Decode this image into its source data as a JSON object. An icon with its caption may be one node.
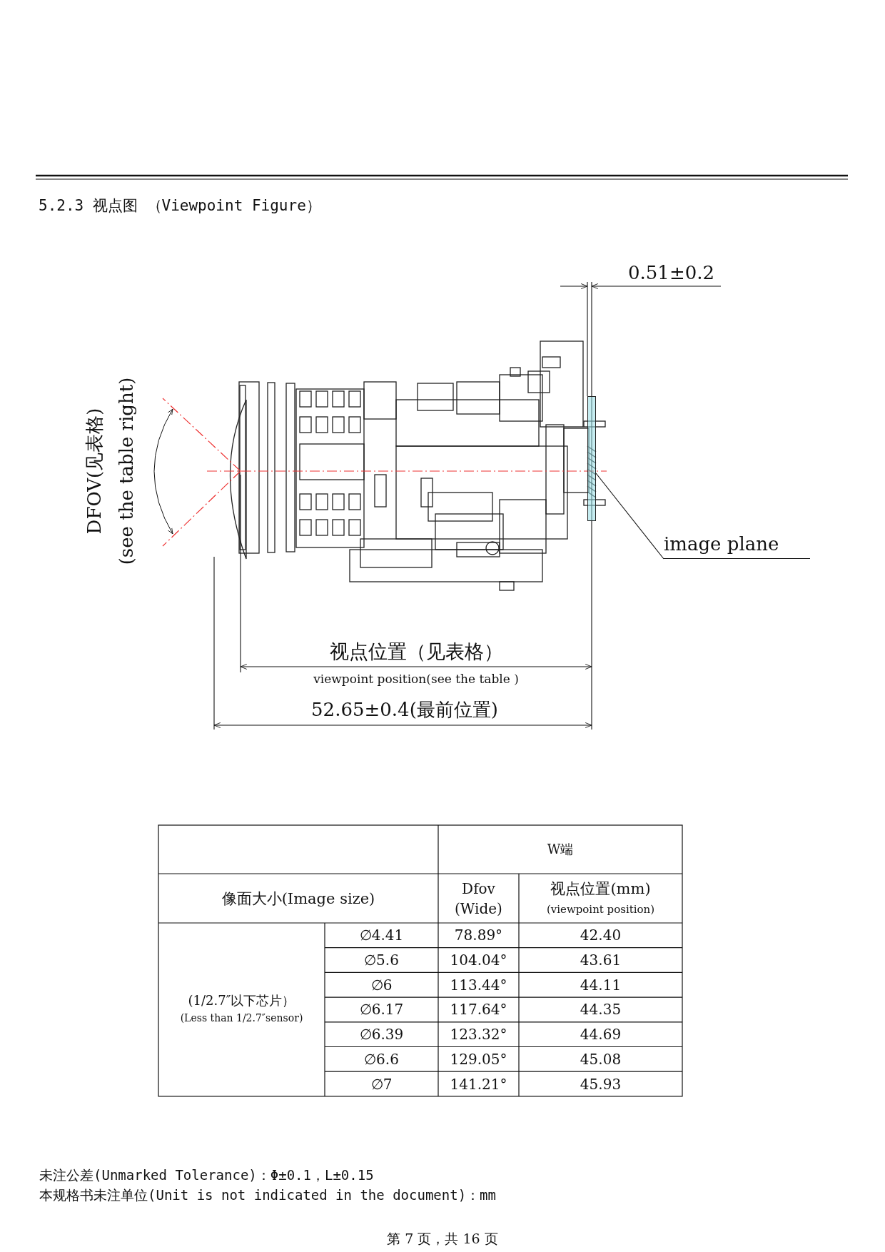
{
  "diagram": {
    "title": "5.2.3 视点图 （Viewpoint Figure）",
    "nodes": [
      {
        "text": [
          "image plane"
        ]
      },
      {
        "text": [],
        "shape": "bar"
      }
    ],
    "edges": [
      {
        "from": 0,
        "to": 1,
        "arrow": "none"
      }
    ],
    "labels": [
      "0.51±0.2",
      "DFOV(见表格)",
      "(see the table right)",
      "视点位置（见表格）",
      "viewpoint position(see the table )",
      "52.65±0.4(最前位置)",
      "W端",
      "像面大小(Image size)",
      "Dfov (Wide)",
      "视点位置(mm)",
      "(viewpoint position)",
      "(1/2.7″以下芯片）",
      "(Less than 1/2.7″sensor)",
      "∅4.41",
      "78.89°",
      "42.40",
      "∅5.6",
      "104.04°",
      "43.61",
      "∅6",
      "113.44°",
      "44.11",
      "∅6.17",
      "117.64°",
      "44.35",
      "∅6.39",
      "123.32°",
      "44.69",
      "∅6.6",
      "129.05°",
      "45.08",
      "∅7",
      "141.21°",
      "45.93",
      "未注公差(Unmarked Tolerance)：Φ±0.1，L±0.15",
      "本规格书未注单位(Unit is not indicated in the document)：mm",
      "第 7 页，共 16 页"
    ]
  }
}
